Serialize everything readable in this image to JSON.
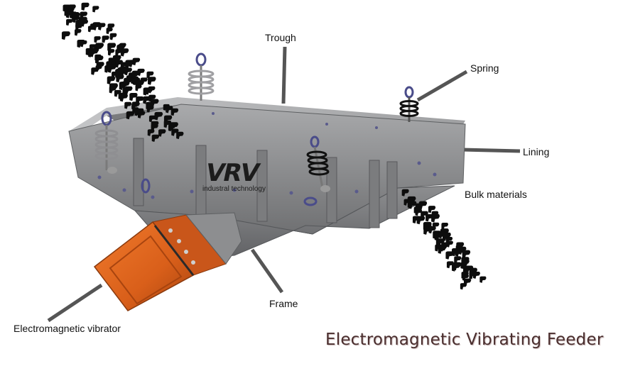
{
  "title": "Electromagnetic Vibrating Feeder",
  "brand": {
    "mark": "VRV",
    "subtitle": "industral technology"
  },
  "labels": {
    "trough": "Trough",
    "spring": "Spring",
    "lining": "Lining",
    "bulk_materials": "Bulk materials",
    "frame": "Frame",
    "electromagnetic_vibrator": "Electromagnetic vibrator"
  },
  "colors": {
    "steel": "#8a8b8d",
    "steel_dark": "#5e6062",
    "steel_light": "#b4b5b7",
    "vibrator": "#d95f1a",
    "vibrator_dark": "#9c3d0c",
    "leader_line": "#555555",
    "particle": "#0d0d0d",
    "title_text": "#4a2e2e"
  }
}
